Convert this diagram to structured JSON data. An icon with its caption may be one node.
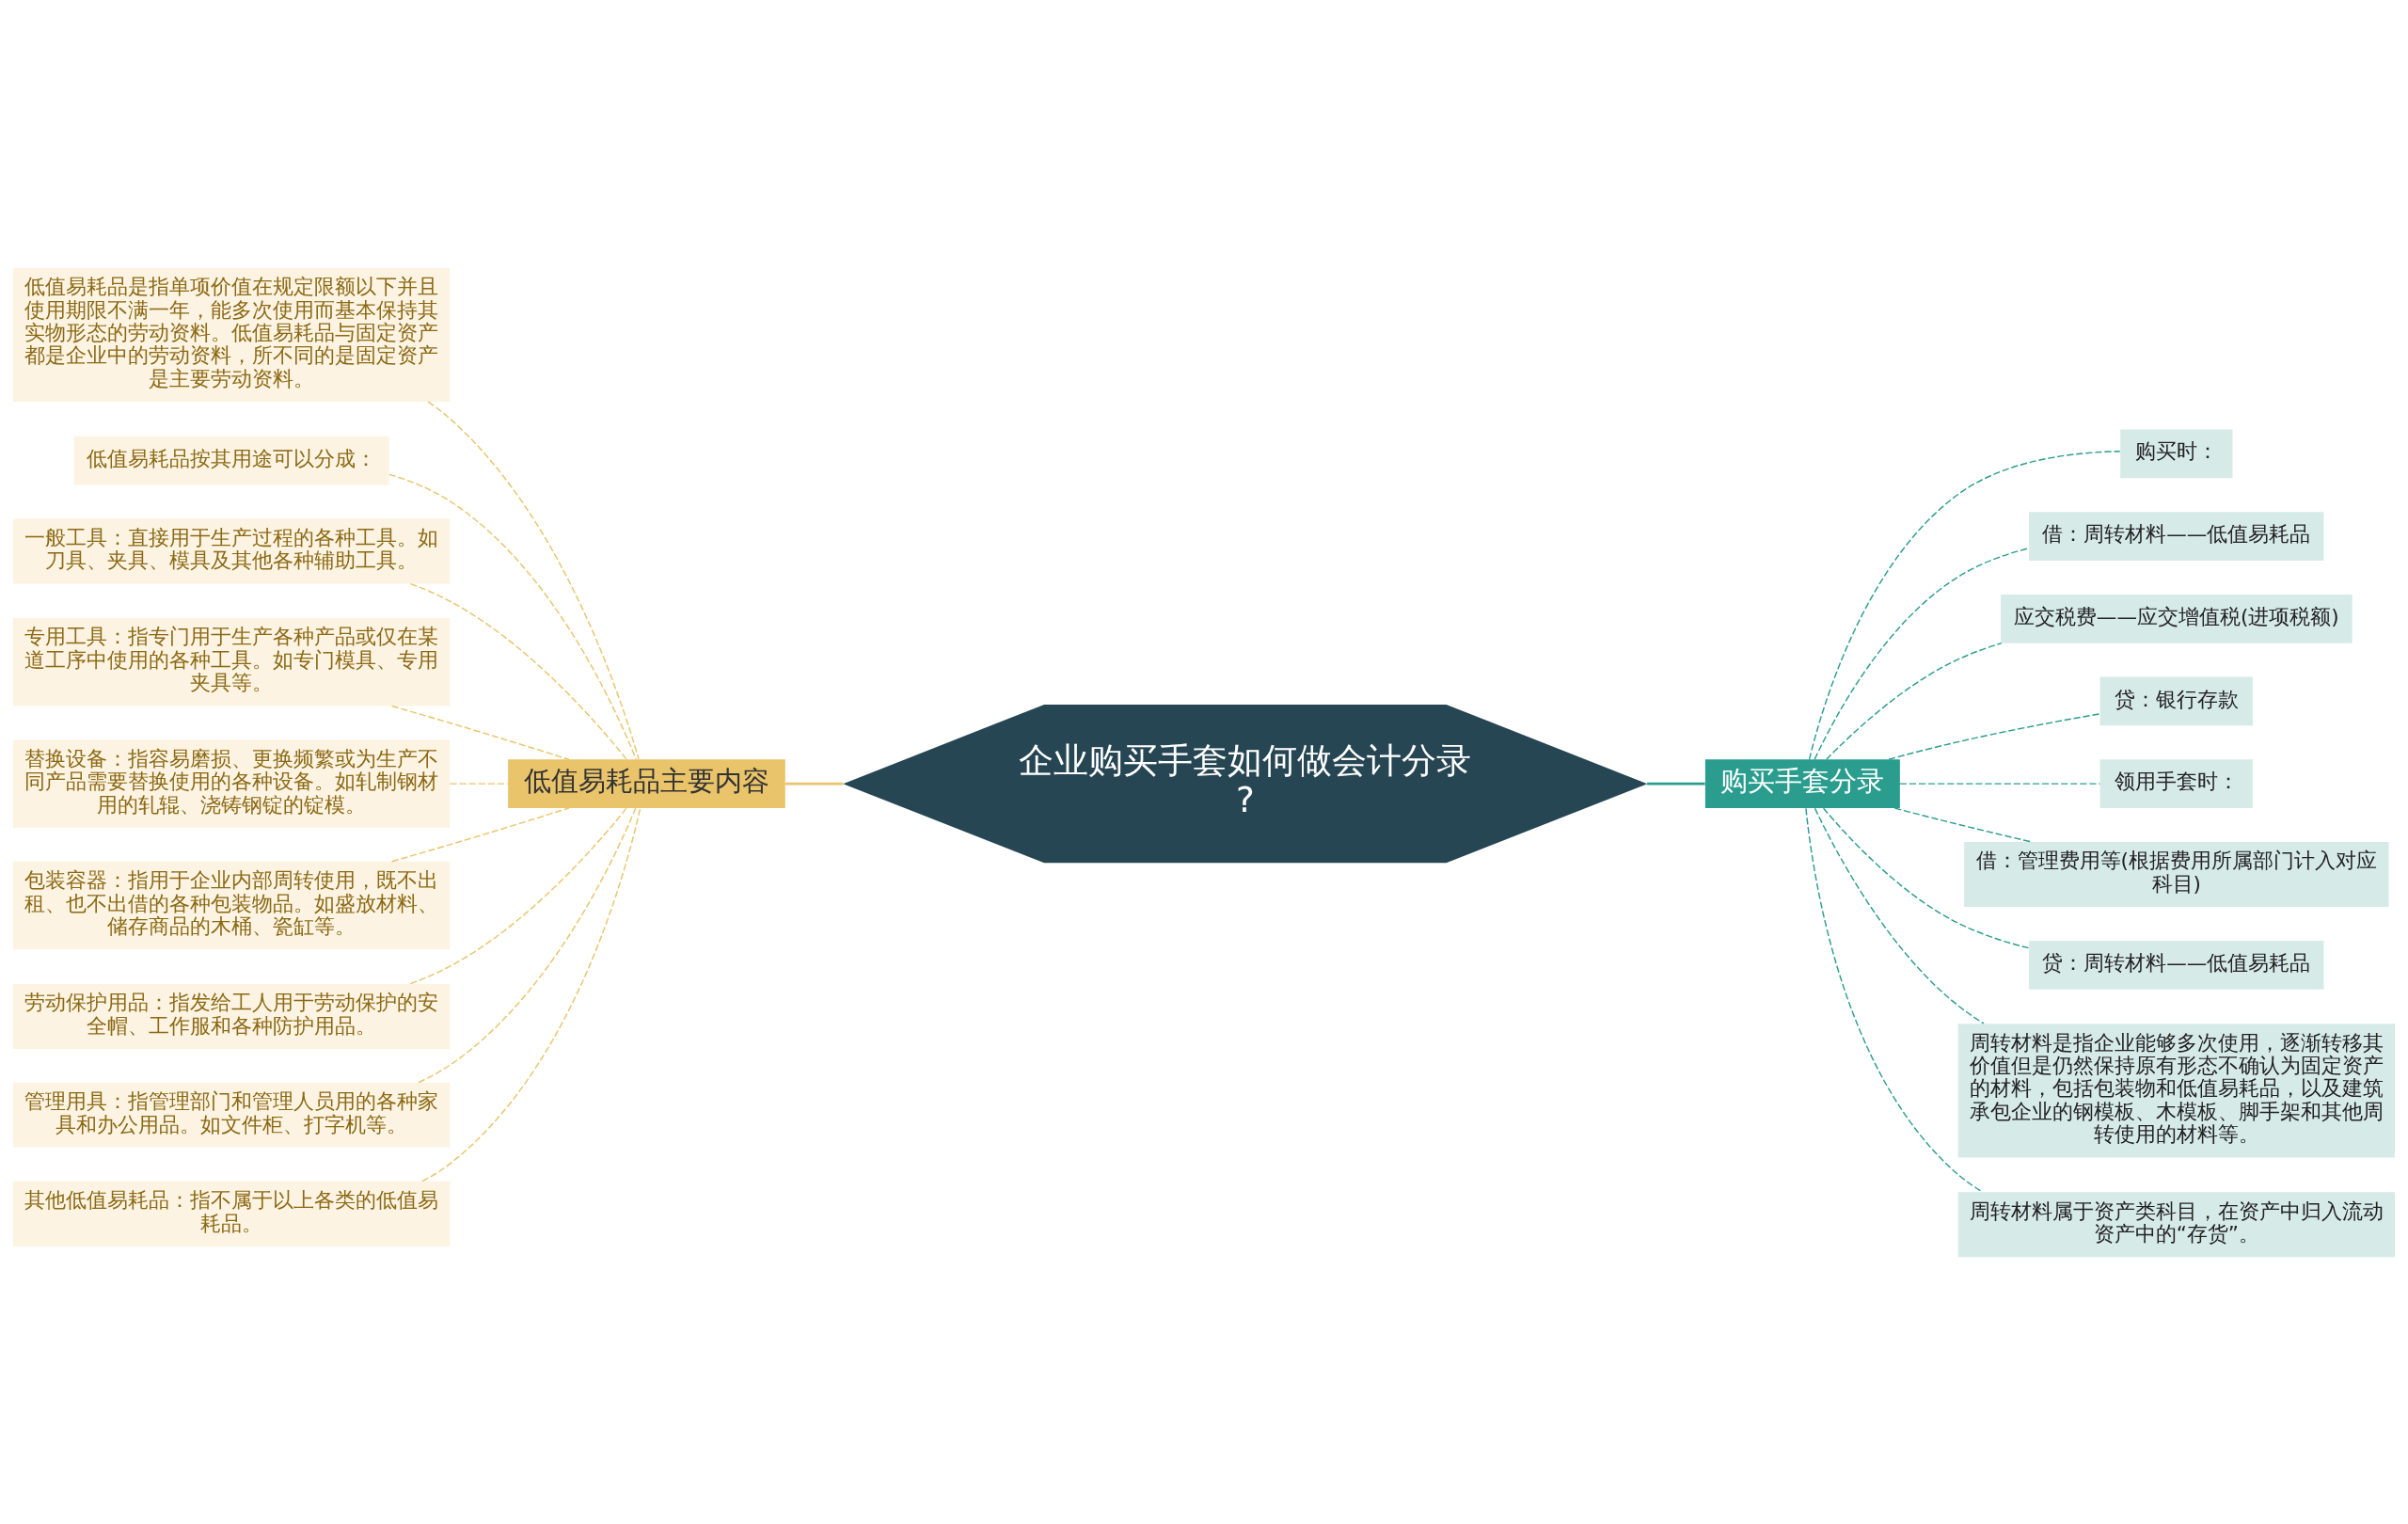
{
  "diagram": {
    "nodes": [
      {
        "text": [
          "企业购买手套如何做会计分录?"
        ]
      },
      {
        "text": [
          "低值易耗品主要内容"
        ]
      },
      {
        "text": [
          "低值易耗品是指单项价值在规定限额以下并且使用期限不满一年，能多次使用而基本保持其实物形态的劳动资料。低值易耗品与固定资产都是企业中的劳动资料，所不同的是固定资产是主要劳动资料。"
        ]
      },
      {
        "text": [
          "低值易耗品按其用途可以分成："
        ]
      },
      {
        "text": [
          "一般工具：直接用于生产过程的各种工具。如刀具、夹具、模具及其他各种辅助工具。"
        ]
      },
      {
        "text": [
          "专用工具：指专门用于生产各种产品或仅在某道工序中使用的各种工具。如专门模具、专用夹具等。"
        ]
      },
      {
        "text": [
          "替换设备：指容易磨损、更换频繁或为生产不同产品需要替换使用的各种设备。如轧制钢材用的轧辊、浇铸钢锭的锭模。"
        ]
      },
      {
        "text": [
          "包装容器：指用于企业内部周转使用，既不出租、也不出借的各种包装物品。如盛放材料、储存商品的木桶、瓷缸等。"
        ]
      },
      {
        "text": [
          "劳动保护用品：指发给工人用于劳动保护的安全帽、工作服和各种防护用品。"
        ]
      },
      {
        "text": [
          "管理用具：指管理部门和管理人员用的各种家具和办公用品。如文件柜、打字机等。"
        ]
      },
      {
        "text": [
          "其他低值易耗品：指不属于以上各类的低值易耗品。"
        ]
      },
      {
        "text": [
          "购买手套分录"
        ]
      },
      {
        "text": [
          "购买时："
        ]
      },
      {
        "text": [
          "借：周转材料——低值易耗品"
        ]
      },
      {
        "text": [
          "应交税费——应交增值税(进项税额)"
        ]
      },
      {
        "text": [
          "贷：银行存款"
        ]
      },
      {
        "text": [
          "领用手套时："
        ]
      },
      {
        "text": [
          "借：管理费用等(根据费用所属部门计入对应科目)"
        ]
      },
      {
        "text": [
          "贷：周转材料——低值易耗品"
        ]
      },
      {
        "text": [
          "周转材料是指企业能够多次使用，逐渐转移其价值但是仍然保持原有形态不确认为固定资产的材料，包括包装物和低值易耗品，以及建筑承包企业的钢模板、木模板、脚手架和其他周转使用的材料等。"
        ]
      },
      {
        "text": [
          "周转材料属于资产类科目，在资产中归入流动资产中的“存货”。"
        ]
      }
    ],
    "edges": [
      {
        "from": 0,
        "to": 1,
        "arrow": "none",
        "color": "#e9c46a"
      },
      {
        "from": 1,
        "to": 2,
        "arrow": "none",
        "style": "dashed",
        "color": "#e9c46a"
      },
      {
        "from": 1,
        "to": 3,
        "arrow": "none",
        "style": "dashed",
        "color": "#e9c46a"
      },
      {
        "from": 1,
        "to": 4,
        "arrow": "none",
        "style": "dashed",
        "color": "#e9c46a"
      },
      {
        "from": 1,
        "to": 5,
        "arrow": "none",
        "style": "dashed",
        "color": "#e9c46a"
      },
      {
        "from": 1,
        "to": 6,
        "arrow": "none",
        "style": "dashed",
        "color": "#e9c46a"
      },
      {
        "from": 1,
        "to": 7,
        "arrow": "none",
        "style": "dashed",
        "color": "#e9c46a"
      },
      {
        "from": 1,
        "to": 8,
        "arrow": "none",
        "style": "dashed",
        "color": "#e9c46a"
      },
      {
        "from": 1,
        "to": 9,
        "arrow": "none",
        "style": "dashed",
        "color": "#e9c46a"
      },
      {
        "from": 1,
        "to": 10,
        "arrow": "none",
        "style": "dashed",
        "color": "#e9c46a"
      },
      {
        "from": 0,
        "to": 11,
        "arrow": "none",
        "color": "#2a9d8f"
      },
      {
        "from": 11,
        "to": 12,
        "arrow": "none",
        "style": "dashed",
        "color": "#2a9d8f"
      },
      {
        "from": 11,
        "to": 13,
        "arrow": "none",
        "style": "dashed",
        "color": "#2a9d8f"
      },
      {
        "from": 11,
        "to": 14,
        "arrow": "none",
        "style": "dashed",
        "color": "#2a9d8f"
      },
      {
        "from": 11,
        "to": 15,
        "arrow": "none",
        "style": "dashed",
        "color": "#2a9d8f"
      },
      {
        "from": 11,
        "to": 16,
        "arrow": "none",
        "style": "dashed",
        "color": "#2a9d8f"
      },
      {
        "from": 11,
        "to": 17,
        "arrow": "none",
        "style": "dashed",
        "color": "#2a9d8f"
      },
      {
        "from": 11,
        "to": 18,
        "arrow": "none",
        "style": "dashed",
        "color": "#2a9d8f"
      },
      {
        "from": 11,
        "to": 19,
        "arrow": "none",
        "style": "dashed",
        "color": "#2a9d8f"
      },
      {
        "from": 11,
        "to": 20,
        "arrow": "none",
        "style": "dashed",
        "color": "#2a9d8f"
      }
    ]
  }
}
